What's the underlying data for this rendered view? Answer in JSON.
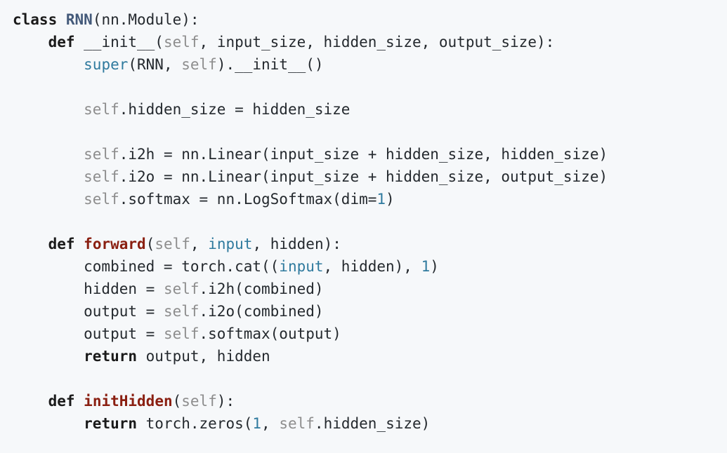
{
  "code": {
    "language": "python",
    "lines": [
      [
        {
          "t": "class",
          "c": "keyword"
        },
        {
          "t": " ",
          "c": "plain"
        },
        {
          "t": "RNN",
          "c": "class"
        },
        {
          "t": "(nn.Module):",
          "c": "plain"
        }
      ],
      [
        {
          "t": "    ",
          "c": "plain"
        },
        {
          "t": "def",
          "c": "keyword"
        },
        {
          "t": " __init__(",
          "c": "plain"
        },
        {
          "t": "self",
          "c": "self"
        },
        {
          "t": ", input_size, hidden_size, output_size):",
          "c": "plain"
        }
      ],
      [
        {
          "t": "        ",
          "c": "plain"
        },
        {
          "t": "super",
          "c": "builtin"
        },
        {
          "t": "(RNN, ",
          "c": "plain"
        },
        {
          "t": "self",
          "c": "self"
        },
        {
          "t": ").__init__()",
          "c": "plain"
        }
      ],
      [],
      [
        {
          "t": "        ",
          "c": "plain"
        },
        {
          "t": "self",
          "c": "self"
        },
        {
          "t": ".hidden_size = hidden_size",
          "c": "plain"
        }
      ],
      [],
      [
        {
          "t": "        ",
          "c": "plain"
        },
        {
          "t": "self",
          "c": "self"
        },
        {
          "t": ".i2h = nn.Linear(input_size + hidden_size, hidden_size)",
          "c": "plain"
        }
      ],
      [
        {
          "t": "        ",
          "c": "plain"
        },
        {
          "t": "self",
          "c": "self"
        },
        {
          "t": ".i2o = nn.Linear(input_size + hidden_size, output_size)",
          "c": "plain"
        }
      ],
      [
        {
          "t": "        ",
          "c": "plain"
        },
        {
          "t": "self",
          "c": "self"
        },
        {
          "t": ".softmax = nn.LogSoftmax(dim=",
          "c": "plain"
        },
        {
          "t": "1",
          "c": "number"
        },
        {
          "t": ")",
          "c": "plain"
        }
      ],
      [],
      [
        {
          "t": "    ",
          "c": "plain"
        },
        {
          "t": "def",
          "c": "keyword"
        },
        {
          "t": " ",
          "c": "plain"
        },
        {
          "t": "forward",
          "c": "func"
        },
        {
          "t": "(",
          "c": "plain"
        },
        {
          "t": "self",
          "c": "self"
        },
        {
          "t": ", ",
          "c": "plain"
        },
        {
          "t": "input",
          "c": "builtin"
        },
        {
          "t": ", hidden):",
          "c": "plain"
        }
      ],
      [
        {
          "t": "        combined = torch.cat((",
          "c": "plain"
        },
        {
          "t": "input",
          "c": "builtin"
        },
        {
          "t": ", hidden), ",
          "c": "plain"
        },
        {
          "t": "1",
          "c": "number"
        },
        {
          "t": ")",
          "c": "plain"
        }
      ],
      [
        {
          "t": "        hidden = ",
          "c": "plain"
        },
        {
          "t": "self",
          "c": "self"
        },
        {
          "t": ".i2h(combined)",
          "c": "plain"
        }
      ],
      [
        {
          "t": "        output = ",
          "c": "plain"
        },
        {
          "t": "self",
          "c": "self"
        },
        {
          "t": ".i2o(combined)",
          "c": "plain"
        }
      ],
      [
        {
          "t": "        output = ",
          "c": "plain"
        },
        {
          "t": "self",
          "c": "self"
        },
        {
          "t": ".softmax(output)",
          "c": "plain"
        }
      ],
      [
        {
          "t": "        ",
          "c": "plain"
        },
        {
          "t": "return",
          "c": "keyword"
        },
        {
          "t": " output, hidden",
          "c": "plain"
        }
      ],
      [],
      [
        {
          "t": "    ",
          "c": "plain"
        },
        {
          "t": "def",
          "c": "keyword"
        },
        {
          "t": " ",
          "c": "plain"
        },
        {
          "t": "initHidden",
          "c": "func"
        },
        {
          "t": "(",
          "c": "plain"
        },
        {
          "t": "self",
          "c": "self"
        },
        {
          "t": "):",
          "c": "plain"
        }
      ],
      [
        {
          "t": "        ",
          "c": "plain"
        },
        {
          "t": "return",
          "c": "keyword"
        },
        {
          "t": " torch.zeros(",
          "c": "plain"
        },
        {
          "t": "1",
          "c": "number"
        },
        {
          "t": ", ",
          "c": "plain"
        },
        {
          "t": "self",
          "c": "self"
        },
        {
          "t": ".hidden_size)",
          "c": "plain"
        }
      ]
    ]
  },
  "colors": {
    "background": "#f6f8fa",
    "text": "#24292e",
    "keyword": "#1a1a1a",
    "class_name": "#445a7a",
    "function_name": "#8a1f11",
    "builtin": "#2f7a9e",
    "self": "#8d8d8d",
    "number": "#2f7a9e"
  }
}
